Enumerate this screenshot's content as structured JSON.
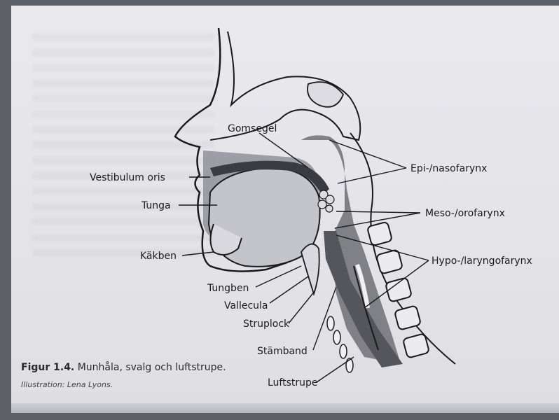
{
  "figure": {
    "number": "Figur 1.4.",
    "title": "Munhåla, svalg och luftstrupe.",
    "credit": "Illustration: Lena Lyons."
  },
  "labels": {
    "gomsegel": "Gomsegel",
    "vestibulum_oris": "Vestibulum oris",
    "tunga": "Tunga",
    "kakben": "Käkben",
    "tungben": "Tungben",
    "vallecula": "Vallecula",
    "struplock": "Struplock",
    "stamband": "Stämband",
    "luftstrupe": "Luftstrupe",
    "epi_nasofarynx": "Epi-/nasofarynx",
    "meso_orofarynx": "Meso-/orofarynx",
    "hypo_laryngofarynx": "Hypo-/laryngofarynx"
  }
}
